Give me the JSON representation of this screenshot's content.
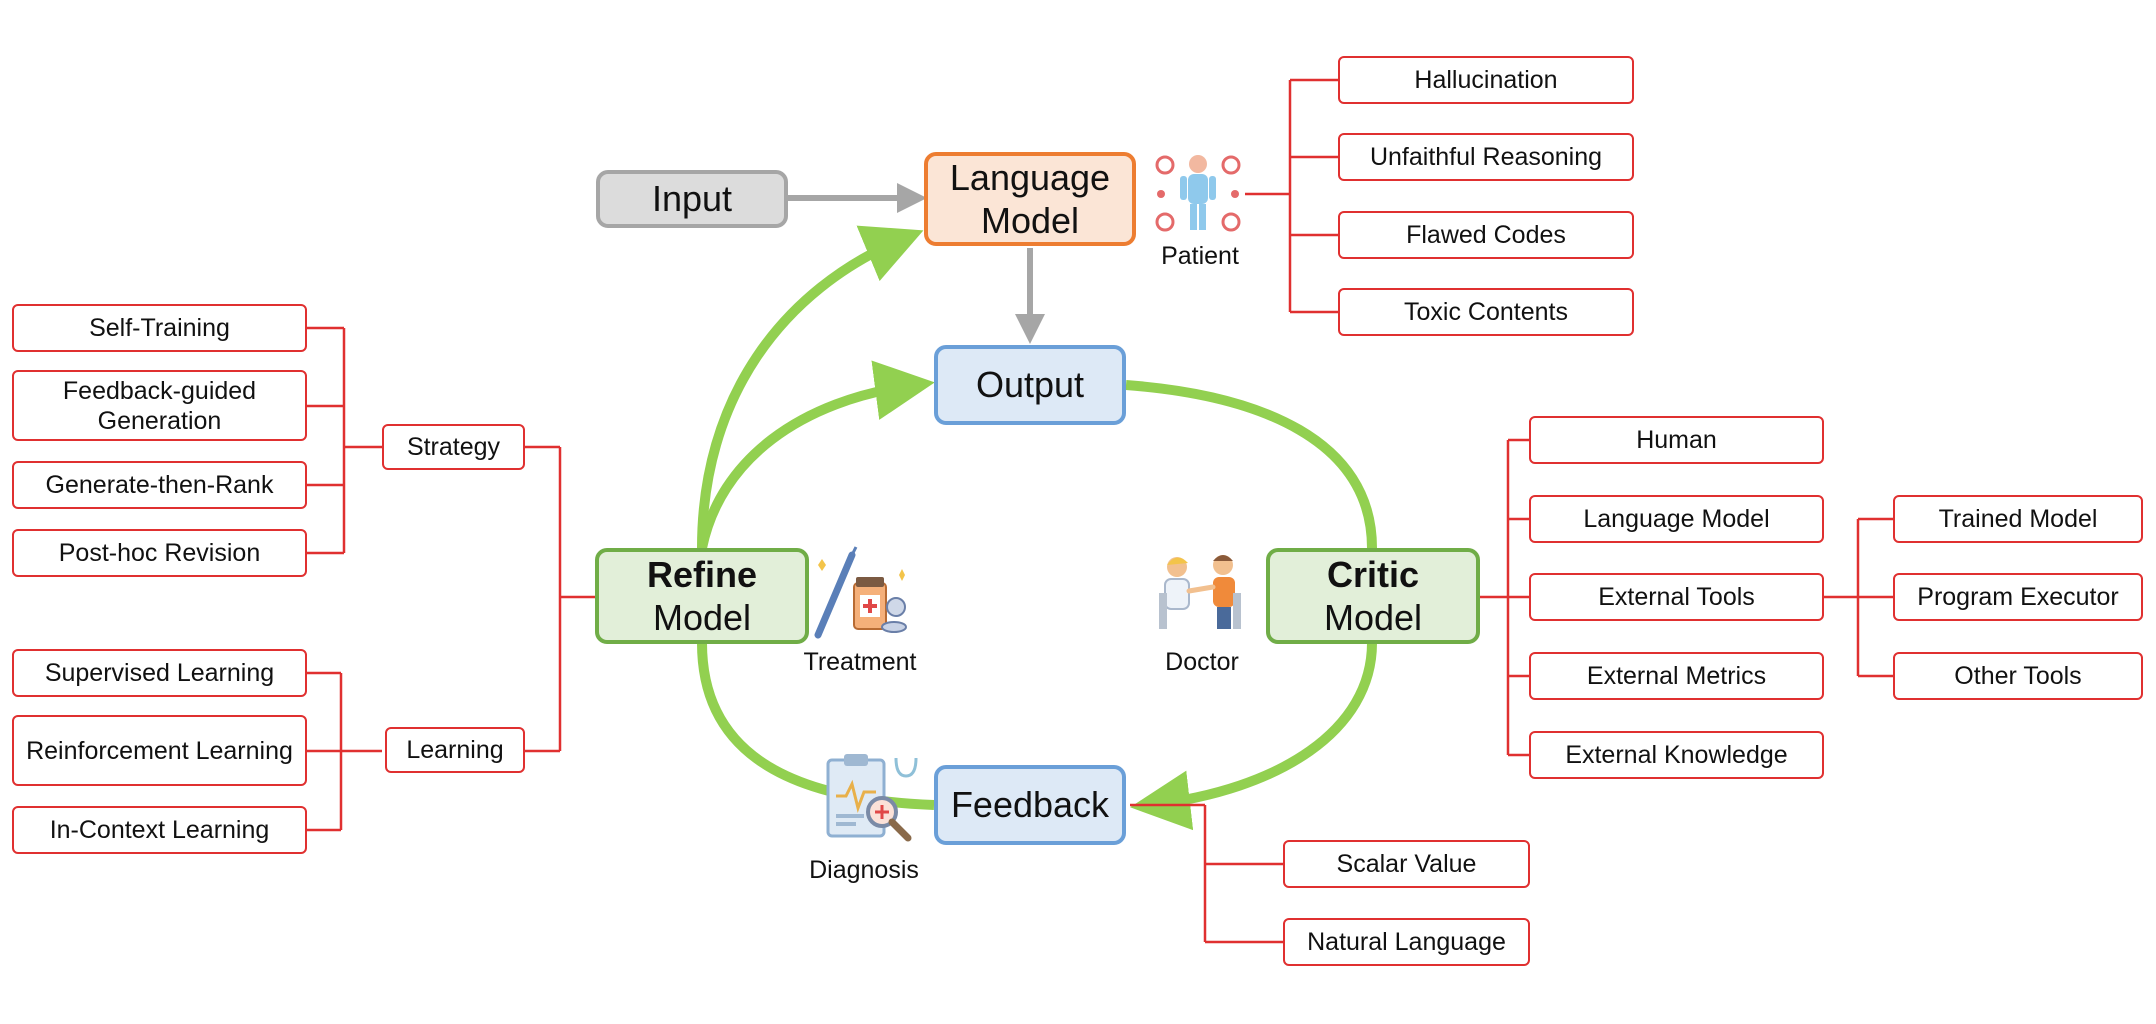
{
  "core": {
    "input": "Input",
    "language_model": [
      "Language",
      "Model"
    ],
    "output": "Output",
    "feedback": "Feedback",
    "refine": [
      "Refine",
      "Model"
    ],
    "critic": [
      "Critic",
      "Model"
    ]
  },
  "captions": {
    "patient": "Patient",
    "treatment": "Treatment",
    "doctor": "Doctor",
    "diagnosis": "Diagnosis"
  },
  "problems": [
    "Hallucination",
    "Unfaithful Reasoning",
    "Flawed Codes",
    "Toxic Contents"
  ],
  "refine_branches": {
    "strategy": {
      "label": "Strategy",
      "items": [
        "Self-Training",
        "Feedback-guided Generation",
        "Generate-then-Rank",
        "Post-hoc Revision"
      ]
    },
    "learning": {
      "label": "Learning",
      "items": [
        "Supervised Learning",
        "Reinforcement Learning",
        "In-Context Learning"
      ]
    }
  },
  "critic_sources": [
    "Human",
    "Language Model",
    "External Tools",
    "External Metrics",
    "External Knowledge"
  ],
  "external_tools": [
    "Trained Model",
    "Program Executor",
    "Other Tools"
  ],
  "feedback_types": [
    "Scalar Value",
    "Natural Language"
  ],
  "icons": [
    "patient-icon",
    "treatment-icon",
    "doctor-icon",
    "diagnosis-icon"
  ],
  "colors": {
    "tree_line": "#e03030",
    "loop_arrow": "#92d050",
    "gray_arrow": "#a6a6a6"
  }
}
